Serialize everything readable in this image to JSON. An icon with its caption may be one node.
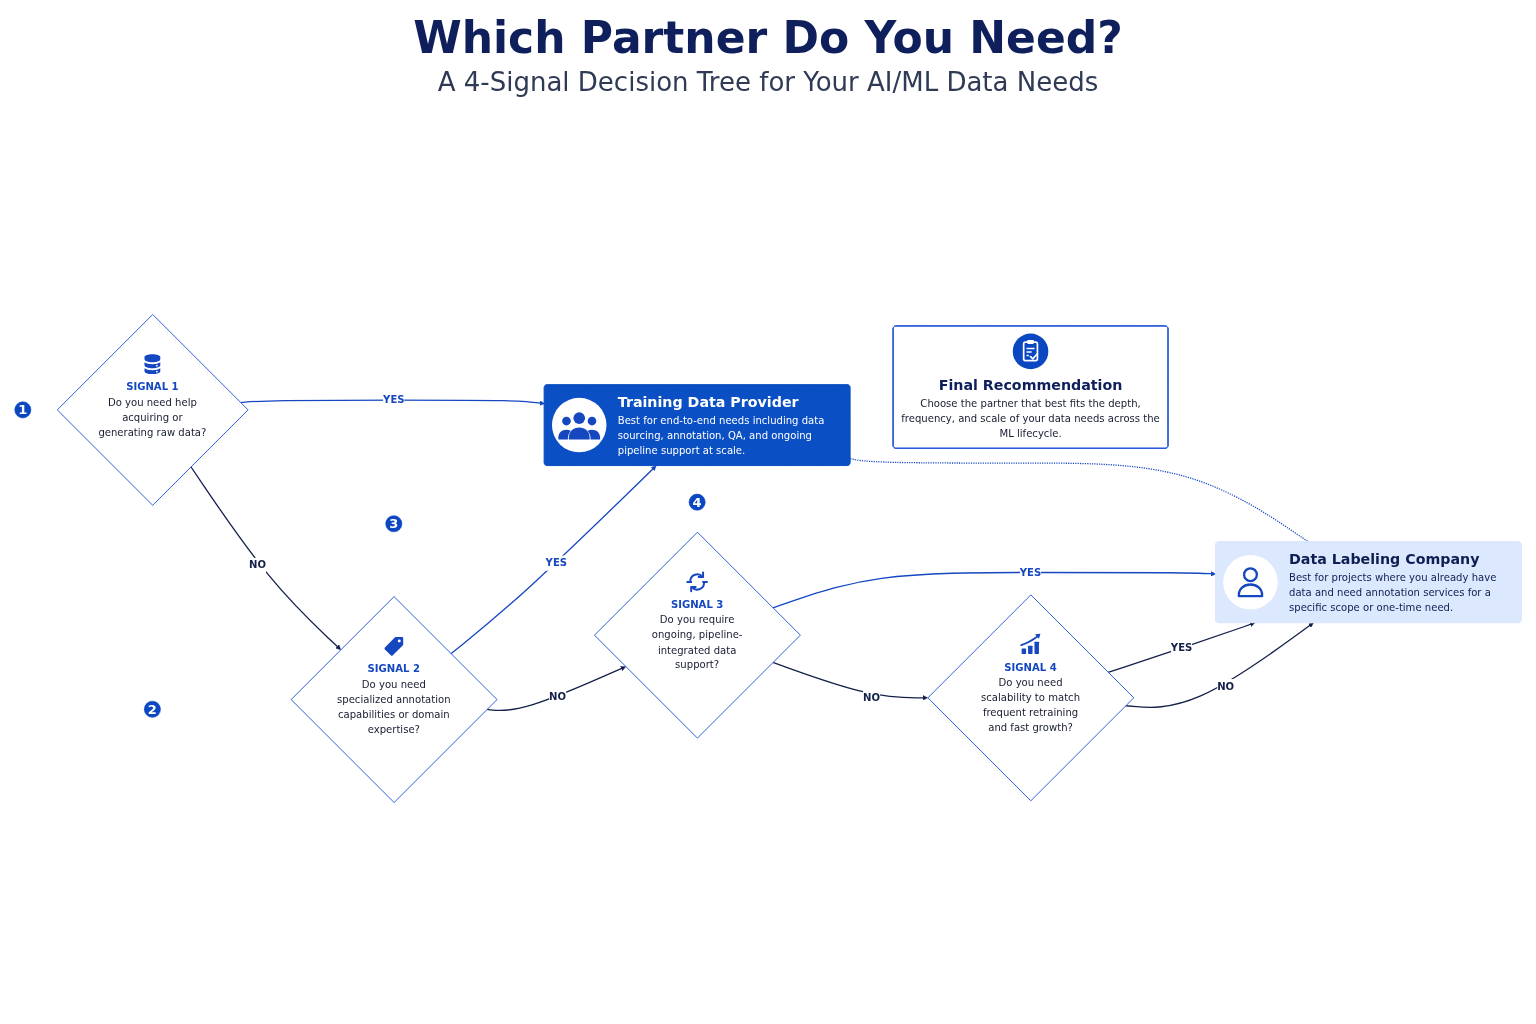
{
  "diagram": {
    "title": "Which Partner Do You Need?",
    "nodes": [
      {
        "text": [
          "1"
        ]
      },
      {
        "text": [
          "SIGNAL 1",
          "Do you need help acquiring or generating raw data?"
        ]
      },
      {
        "text": [
          "2"
        ]
      },
      {
        "text": [
          "SIGNAL 2",
          "Do you need specialized annotation capabilities or domain expertise?"
        ]
      },
      {
        "text": [
          "3"
        ]
      },
      {
        "text": [
          "SIGNAL 3",
          "Do you require ongoing, pipeline-integrated data support?"
        ]
      },
      {
        "text": [
          "4"
        ]
      },
      {
        "text": [
          "SIGNAL 4",
          "Do you need scalability to match frequent retraining and fast growth?"
        ]
      },
      {
        "text": [
          "Training Data Provider",
          "Best for end-to-end needs including data sourcing, annotation, QA, and ongoing pipeline support at scale."
        ]
      },
      {
        "text": [
          "Data Labeling Company",
          "Best for projects where you already have data and need annotation services for a specific scope or one-time need."
        ]
      },
      {
        "text": [
          "Final Recommendation",
          "Choose the partner that best fits the depth, frequency, and scale of your data needs across the ML lifecycle."
        ]
      }
    ],
    "edges": [
      {
        "from": 1,
        "to": 3,
        "label": "NO",
        "arrow": "to"
      },
      {
        "from": 3,
        "to": 5,
        "label": "NO",
        "arrow": "to"
      },
      {
        "from": 5,
        "to": 7,
        "label": "NO",
        "arrow": "to"
      },
      {
        "from": 7,
        "to": 9,
        "label": "NO",
        "arrow": "to"
      },
      {
        "from": 1,
        "to": 8,
        "label": "YES",
        "arrow": "to",
        "color": "#1447c0"
      },
      {
        "from": 3,
        "to": 8,
        "label": "YES",
        "arrow": "to",
        "color": "#1447c0"
      },
      {
        "from": 5,
        "to": 9,
        "label": "YES",
        "arrow": "to",
        "color": "#1447c0"
      },
      {
        "from": 7,
        "to": 9,
        "label": "YES",
        "arrow": "to"
      },
      {
        "from": 8,
        "to": 9,
        "arrow": "none",
        "style": "dashed",
        "color": "#1447c0"
      }
    ],
    "labels": [
      "A 4-Signal Decision Tree for Your AI/ML Data Needs"
    ]
  }
}
